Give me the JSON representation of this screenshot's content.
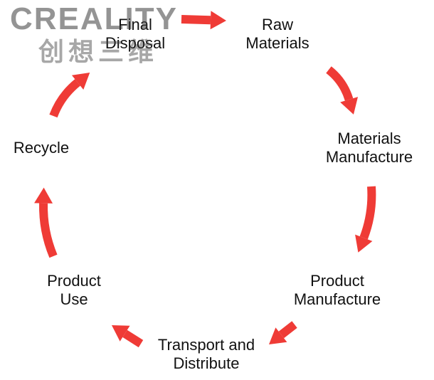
{
  "diagram": {
    "arrow_color": "#ef3b36",
    "text_color": "#111111",
    "nodes": [
      {
        "id": "final-disposal",
        "lines": [
          "Final",
          "Disposal"
        ]
      },
      {
        "id": "raw-materials",
        "lines": [
          "Raw",
          "Materials"
        ]
      },
      {
        "id": "materials-manufacture",
        "lines": [
          "Materials",
          "Manufacture"
        ]
      },
      {
        "id": "product-manufacture",
        "lines": [
          "Product",
          "Manufacture"
        ]
      },
      {
        "id": "transport-and-distribute",
        "lines": [
          "Transport and",
          "Distribute"
        ]
      },
      {
        "id": "product-use",
        "lines": [
          "Product",
          "Use"
        ]
      },
      {
        "id": "recycle",
        "lines": [
          "Recycle"
        ]
      }
    ],
    "edges": [
      {
        "from": "final-disposal",
        "to": "raw-materials"
      },
      {
        "from": "raw-materials",
        "to": "materials-manufacture"
      },
      {
        "from": "materials-manufacture",
        "to": "product-manufacture"
      },
      {
        "from": "product-manufacture",
        "to": "transport-and-distribute"
      },
      {
        "from": "transport-and-distribute",
        "to": "product-use"
      },
      {
        "from": "product-use",
        "to": "recycle"
      },
      {
        "from": "recycle",
        "to": "final-disposal"
      }
    ]
  },
  "watermark": {
    "latin": "CREALITY",
    "cjk": "创想三维"
  }
}
